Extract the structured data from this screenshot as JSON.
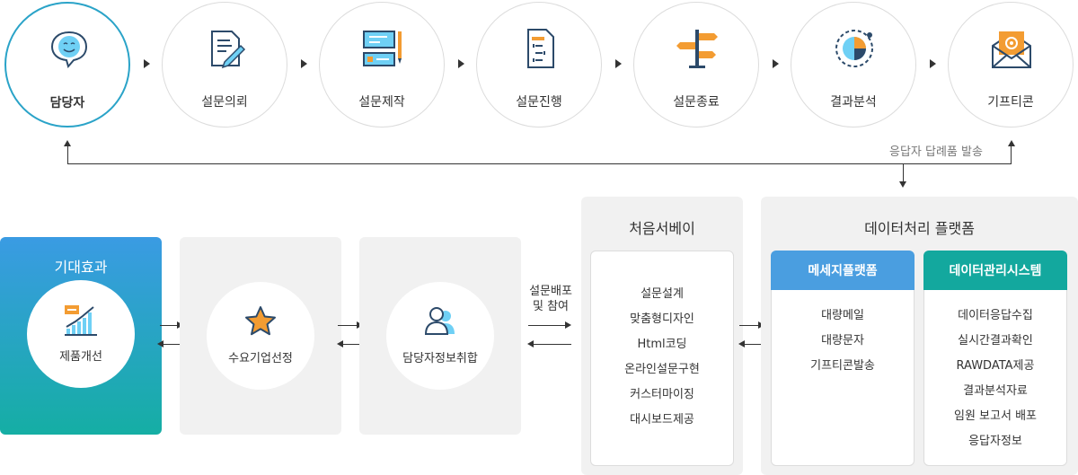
{
  "steps": [
    {
      "label": "담당자",
      "icon": "smiley-speech-icon"
    },
    {
      "label": "설문의뢰",
      "icon": "document-pencil-icon"
    },
    {
      "label": "설문제작",
      "icon": "survey-design-icon"
    },
    {
      "label": "설문진행",
      "icon": "survey-progress-icon"
    },
    {
      "label": "설문종료",
      "icon": "signpost-icon"
    },
    {
      "label": "결과분석",
      "icon": "pie-analysis-icon"
    },
    {
      "label": "기프티콘",
      "icon": "mail-at-icon"
    }
  ],
  "reward_note": "응답자 답례품 발송",
  "expected": {
    "title": "기대효과",
    "item": "제품개선",
    "icon": "bar-chart-icon"
  },
  "demand": {
    "item": "수요기업선정",
    "icon": "star-icon"
  },
  "manager_info": {
    "item": "담당자정보취합",
    "icon": "users-icon"
  },
  "distribution": {
    "line1": "설문배포",
    "line2": "및 참여"
  },
  "survey": {
    "title": "처음서베이",
    "items": [
      "설문설계",
      "맞춤형디자인",
      "Html코딩",
      "온라인설문구현",
      "커스터마이징",
      "대시보드제공"
    ]
  },
  "platform": {
    "title": "데이터처리 플랫폼",
    "message": {
      "title": "메세지플랫폼",
      "items": [
        "대량메일",
        "대량문자",
        "기프티콘발송"
      ]
    },
    "data": {
      "title": "데이터관리시스템",
      "items": [
        "데이터응답수집",
        "실시간결과확인",
        "RAWDATA제공",
        "결과분석자료",
        "임원 보고서 배포",
        "응답자정보"
      ]
    }
  },
  "colors": {
    "active_border": "#2aa3c8",
    "expected_top": "#3a9be3",
    "expected_bottom": "#15aea4",
    "message_header": "#4a9ee0",
    "data_header": "#13a89e",
    "orange": "#f39c32",
    "navy": "#2c4a6a",
    "sky": "#6fd0f5"
  }
}
